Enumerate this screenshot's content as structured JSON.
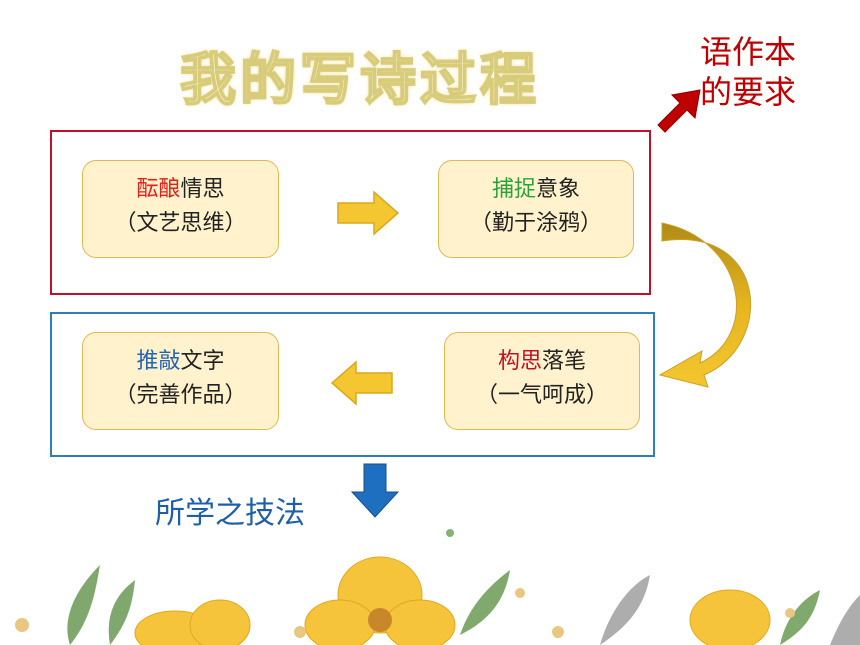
{
  "title": "我的写诗过程",
  "requirement": {
    "line1": "语作本",
    "line2": "的要求"
  },
  "steps": [
    {
      "hl": "酝酿",
      "rest": "情思",
      "sub": "（文艺思维）"
    },
    {
      "hl": "捕捉",
      "rest": "意象",
      "sub": "（勤于涂鸦）"
    },
    {
      "hl": "构思",
      "rest": "落笔",
      "sub": "（一气呵成）"
    },
    {
      "hl": "推敲",
      "rest": "文字",
      "sub": "（完善作品）"
    }
  ],
  "skill": "所学之技法",
  "colors": {
    "red_frame": "#c0102a",
    "blue_frame": "#2e7dbd",
    "arrow_gold": "#f2c230",
    "arrow_blue": "#1f6fc0"
  }
}
